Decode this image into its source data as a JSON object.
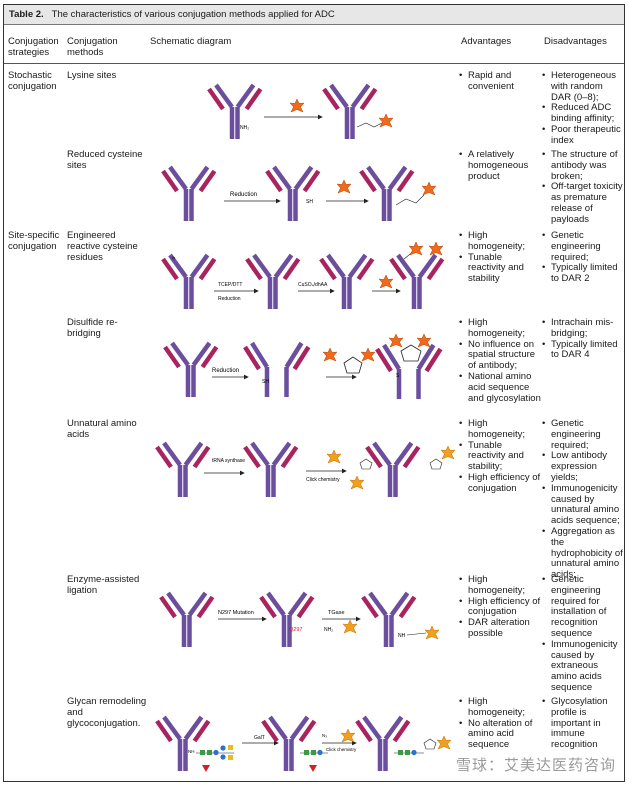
{
  "caption": {
    "label": "Table 2.",
    "title": "The characteristics of various conjugation methods applied for ADC"
  },
  "headers": {
    "strategies": "Conjugation strategies",
    "methods": "Conjugation methods",
    "schematic": "Schematic diagram",
    "advantages": "Advantages",
    "disadvantages": "Disadvantages"
  },
  "strategies": [
    "Stochastic conjugation",
    "Site-specific conjugation"
  ],
  "rows": [
    {
      "method": "Lysine sites",
      "advantages": [
        "Rapid and convenient"
      ],
      "disadvantages": [
        "Heterogeneous with random DAR (0–8);",
        "Reduced ADC binding affinity;",
        "Poor therapeutic index"
      ]
    },
    {
      "method": "Reduced cysteine sites",
      "advantages": [
        "A relatively homogeneous product"
      ],
      "disadvantages": [
        "The structure of antibody was broken;",
        "Off-target toxicity as premature release of payloads"
      ]
    },
    {
      "method": "Engineered reactive cysteine residues",
      "advantages": [
        "High homogeneity;",
        "Tunable reactivity and stability"
      ],
      "disadvantages": [
        "Genetic engineering required;",
        "Typically limited to DAR 2"
      ]
    },
    {
      "method": "Disulfide re-bridging",
      "advantages": [
        "High homogeneity;",
        "No influence on spatial structure of antibody;",
        "National amino acid sequence and glycosylation"
      ],
      "disadvantages": [
        "Intrachain mis-bridging;",
        "Typically limited to DAR 4"
      ]
    },
    {
      "method": "Unnatural amino acids",
      "advantages": [
        "High homogeneity;",
        "Tunable reactivity and stability;",
        "High efficiency of conjugation"
      ],
      "disadvantages": [
        "Genetic engineering required;",
        "Low antibody expression yields;",
        "Immunogenicity caused by unnatural amino acids sequence;",
        "Aggregation as the hydrophobicity of unnatural amino acids;"
      ]
    },
    {
      "method": "Enzyme-assisted ligation",
      "advantages": [
        "High homogeneity;",
        "High efficiency of conjugation",
        "DAR alteration possible"
      ],
      "disadvantages": [
        "Genetic engineering required for installation of recognition sequence",
        "Immunogenicity caused by extraneous amino acids sequence"
      ]
    },
    {
      "method": "Glycan remodeling and glycoconjugation.",
      "advantages": [
        "High homogeneity;",
        "No alteration of amino acid sequence"
      ],
      "disadvantages": [
        "Glycosylation profile is important in immune recognition"
      ]
    }
  ],
  "diagram_labels": {
    "nh2": "NH₂",
    "reduction": "Reduction",
    "sh": "SH",
    "tcep": "TCEP/DTT",
    "cuso4": "CuSO₄/dhAA",
    "trna": "tRNA synthase",
    "click": "Click chemistry",
    "n297_mut": "N297 Mutation",
    "q297": "Q297",
    "tgase": "TGase",
    "galt": "GalT",
    "n3": "N₃",
    "nh": "NH",
    "s": "S"
  },
  "watermark": "雪球：艾美达医药咨询",
  "colors": {
    "heavy_chain": "#6b4f9e",
    "light_chain": "#a8245e",
    "payload": "#f0a020",
    "header_bg": "#e7e7e7"
  }
}
